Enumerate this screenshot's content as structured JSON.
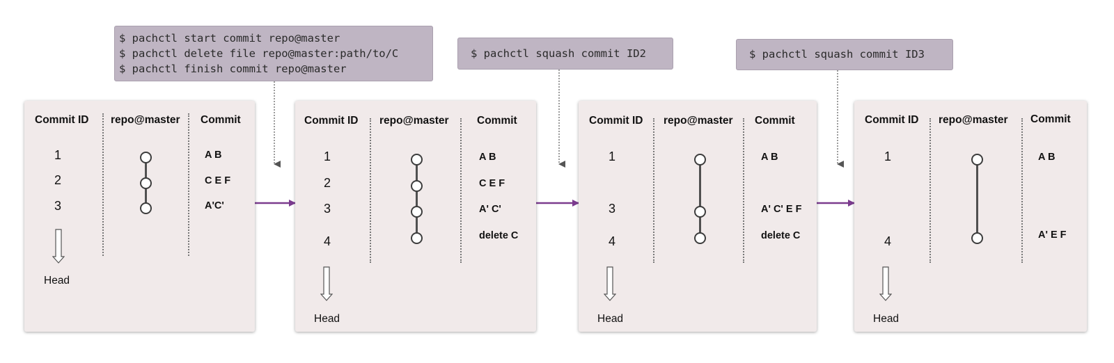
{
  "commands": [
    {
      "lines": [
        "$ pachctl start commit repo@master",
        "$ pachctl delete file repo@master:path/to/C",
        "$ pachctl finish commit repo@master"
      ]
    },
    {
      "lines": [
        "$ pachctl squash commit ID2"
      ]
    },
    {
      "lines": [
        "$ pachctl squash commit ID3"
      ]
    }
  ],
  "columns": {
    "commit_id": "Commit ID",
    "branch": "repo@master",
    "commit": "Commit"
  },
  "head_label": "Head",
  "panels": [
    {
      "rows": [
        {
          "id": "1",
          "commit": "A B"
        },
        {
          "id": "2",
          "commit": "C E F"
        },
        {
          "id": "3",
          "commit": "A'C'"
        }
      ]
    },
    {
      "rows": [
        {
          "id": "1",
          "commit": "A B"
        },
        {
          "id": "2",
          "commit": "C E F"
        },
        {
          "id": "3",
          "commit": "A' C'"
        },
        {
          "id": "4",
          "commit": "delete C"
        }
      ]
    },
    {
      "rows": [
        {
          "id": "1",
          "commit": "A B"
        },
        {
          "id": "3",
          "commit": "A' C' E F"
        },
        {
          "id": "4",
          "commit": "delete C"
        }
      ]
    },
    {
      "rows": [
        {
          "id": "1",
          "commit": "A B"
        },
        {
          "id": "4",
          "commit": "A' E F"
        }
      ]
    }
  ],
  "colors": {
    "arrow": "#7b3b8e",
    "command_bg": "#bfb5c3",
    "panel_bg": "#f1eaea"
  }
}
